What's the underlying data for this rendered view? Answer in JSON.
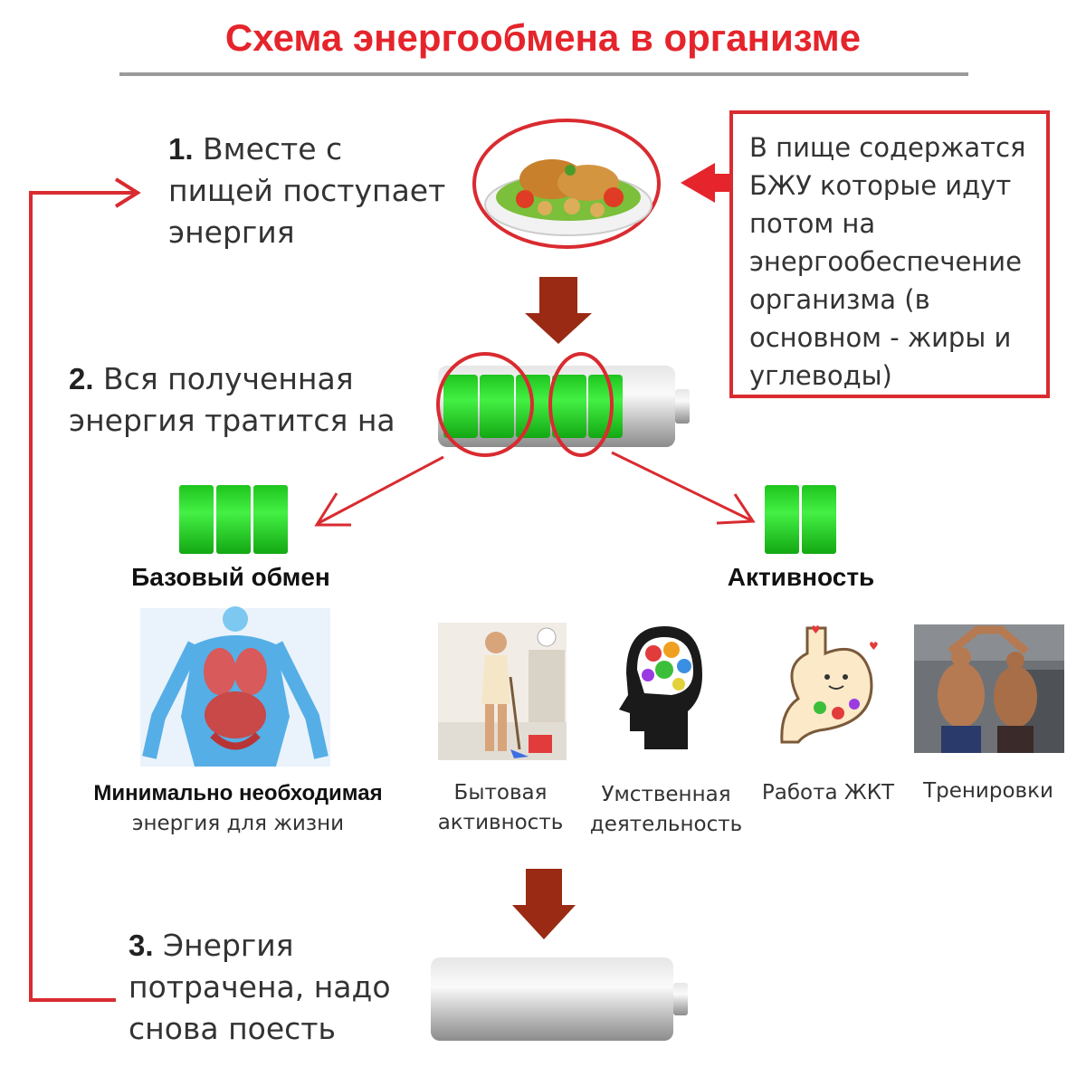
{
  "title": "Схема энергообмена в организме",
  "step1": {
    "num": "1.",
    "lines": [
      "Вместе с",
      "пищей поступает",
      "энергия"
    ]
  },
  "note": {
    "lines": [
      "В пище содержатся",
      "БЖУ которые идут",
      "потом на",
      "энергообеспечение",
      "организма (в",
      "основном - жиры и",
      "углеводы)"
    ]
  },
  "step2": {
    "num": "2.",
    "lines": [
      "Вся полученная",
      "энергия тратится на"
    ]
  },
  "branches": {
    "basal": "Базовый обмен",
    "activity": "Активность"
  },
  "captions": {
    "basal": {
      "bold": "Минимально необходимая",
      "normal": "энергия для жизни"
    },
    "household": [
      "Бытовая",
      "активность"
    ],
    "mental": [
      "Умственная",
      "деятельность"
    ],
    "digestion": [
      "Работа ЖКТ"
    ],
    "training": [
      "Тренировки"
    ]
  },
  "step3": {
    "num": "3.",
    "lines": [
      "Энергия",
      "потрачена, надо",
      "снова поесть"
    ]
  },
  "colors": {
    "accent": "#e5242b",
    "arrow_brown": "#9a2a14",
    "battery_green": "#22e022",
    "loop_red": "#d92b30"
  }
}
